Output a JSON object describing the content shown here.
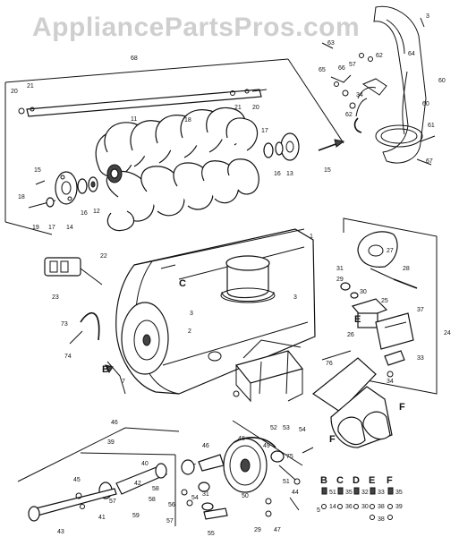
{
  "watermark": "AppliancePartsPros.com",
  "labels": [
    {
      "id": "l-3-top",
      "text": "3"
    },
    {
      "id": "l-63",
      "text": "63"
    },
    {
      "id": "l-64",
      "text": "64"
    },
    {
      "id": "l-65",
      "text": "65"
    },
    {
      "id": "l-66",
      "text": "66"
    },
    {
      "id": "l-57a",
      "text": "57"
    },
    {
      "id": "l-62a",
      "text": "62"
    },
    {
      "id": "l-34a",
      "text": "34"
    },
    {
      "id": "l-62b",
      "text": "62"
    },
    {
      "id": "l-60a",
      "text": "60"
    },
    {
      "id": "l-60b",
      "text": "60"
    },
    {
      "id": "l-61",
      "text": "61"
    },
    {
      "id": "l-67",
      "text": "67"
    },
    {
      "id": "l-68",
      "text": "68"
    },
    {
      "id": "l-20a",
      "text": "20"
    },
    {
      "id": "l-21a",
      "text": "21"
    },
    {
      "id": "l-11",
      "text": "11"
    },
    {
      "id": "l-18",
      "text": "18"
    },
    {
      "id": "l-21b",
      "text": "21"
    },
    {
      "id": "l-20b",
      "text": "20"
    },
    {
      "id": "l-17a",
      "text": "17"
    },
    {
      "id": "l-16a",
      "text": "16"
    },
    {
      "id": "l-13a",
      "text": "13"
    },
    {
      "id": "l-15a",
      "text": "15"
    },
    {
      "id": "l-15b",
      "text": "15"
    },
    {
      "id": "l-19",
      "text": "19"
    },
    {
      "id": "l-18b",
      "text": "18"
    },
    {
      "id": "l-17b",
      "text": "17"
    },
    {
      "id": "l-14",
      "text": "14"
    },
    {
      "id": "l-16b",
      "text": "16"
    },
    {
      "id": "l-12",
      "text": "12"
    },
    {
      "id": "l-22",
      "text": "22"
    },
    {
      "id": "l-23",
      "text": "23"
    },
    {
      "id": "l-73",
      "text": "73"
    },
    {
      "id": "l-74",
      "text": "74"
    },
    {
      "id": "l-1",
      "text": "1"
    },
    {
      "id": "l-2",
      "text": "2"
    },
    {
      "id": "l-3a",
      "text": "3"
    },
    {
      "id": "l-3b",
      "text": "3"
    },
    {
      "id": "l-27",
      "text": "27"
    },
    {
      "id": "l-31",
      "text": "31"
    },
    {
      "id": "l-28",
      "text": "28"
    },
    {
      "id": "l-29",
      "text": "29"
    },
    {
      "id": "l-30",
      "text": "30"
    },
    {
      "id": "l-25",
      "text": "25"
    },
    {
      "id": "l-37",
      "text": "37"
    },
    {
      "id": "l-26",
      "text": "26"
    },
    {
      "id": "l-24",
      "text": "24"
    },
    {
      "id": "l-33",
      "text": "33"
    },
    {
      "id": "l-34b",
      "text": "34"
    },
    {
      "id": "l-76",
      "text": "76"
    },
    {
      "id": "l-7",
      "text": "7"
    },
    {
      "id": "l-46a",
      "text": "46"
    },
    {
      "id": "l-39",
      "text": "39"
    },
    {
      "id": "l-46b",
      "text": "46"
    },
    {
      "id": "l-52",
      "text": "52"
    },
    {
      "id": "l-53",
      "text": "53"
    },
    {
      "id": "l-54a",
      "text": "54"
    },
    {
      "id": "l-75",
      "text": "75"
    },
    {
      "id": "l-49",
      "text": "49"
    },
    {
      "id": "l-48",
      "text": "48"
    },
    {
      "id": "l-51",
      "text": "51"
    },
    {
      "id": "l-50",
      "text": "50"
    },
    {
      "id": "l-44",
      "text": "44"
    },
    {
      "id": "l-45",
      "text": "45"
    },
    {
      "id": "l-40",
      "text": "40"
    },
    {
      "id": "l-42",
      "text": "42"
    },
    {
      "id": "l-41",
      "text": "41"
    },
    {
      "id": "l-43",
      "text": "43"
    },
    {
      "id": "l-57b",
      "text": "57"
    },
    {
      "id": "l-58a",
      "text": "58"
    },
    {
      "id": "l-59",
      "text": "59"
    },
    {
      "id": "l-57c",
      "text": "57"
    },
    {
      "id": "l-55",
      "text": "55"
    },
    {
      "id": "l-56",
      "text": "56"
    },
    {
      "id": "l-47",
      "text": "47"
    },
    {
      "id": "l-29b",
      "text": "29"
    },
    {
      "id": "l-54b",
      "text": "54"
    },
    {
      "id": "l-58b",
      "text": "58"
    },
    {
      "id": "l-31b",
      "text": "31"
    }
  ],
  "callouts": [
    {
      "id": "c-B",
      "text": "B"
    },
    {
      "id": "c-C",
      "text": "C"
    },
    {
      "id": "c-E",
      "text": "E"
    },
    {
      "id": "c-F",
      "text": "F"
    },
    {
      "id": "c-F2",
      "text": "F"
    }
  ],
  "legend": {
    "headers": [
      "B",
      "C",
      "D",
      "E",
      "F"
    ],
    "items": [
      {
        "id": "g-5",
        "text": "5"
      },
      {
        "id": "g-51",
        "text": "51"
      },
      {
        "id": "g-35a",
        "text": "35"
      },
      {
        "id": "g-14",
        "text": "14"
      },
      {
        "id": "g-36",
        "text": "36"
      },
      {
        "id": "g-32",
        "text": "32"
      },
      {
        "id": "g-35b",
        "text": "35"
      },
      {
        "id": "g-30",
        "text": "30"
      },
      {
        "id": "g-38",
        "text": "38"
      },
      {
        "id": "g-33",
        "text": "33"
      },
      {
        "id": "g-39b",
        "text": "39"
      },
      {
        "id": "g-38b",
        "text": "38"
      }
    ]
  }
}
